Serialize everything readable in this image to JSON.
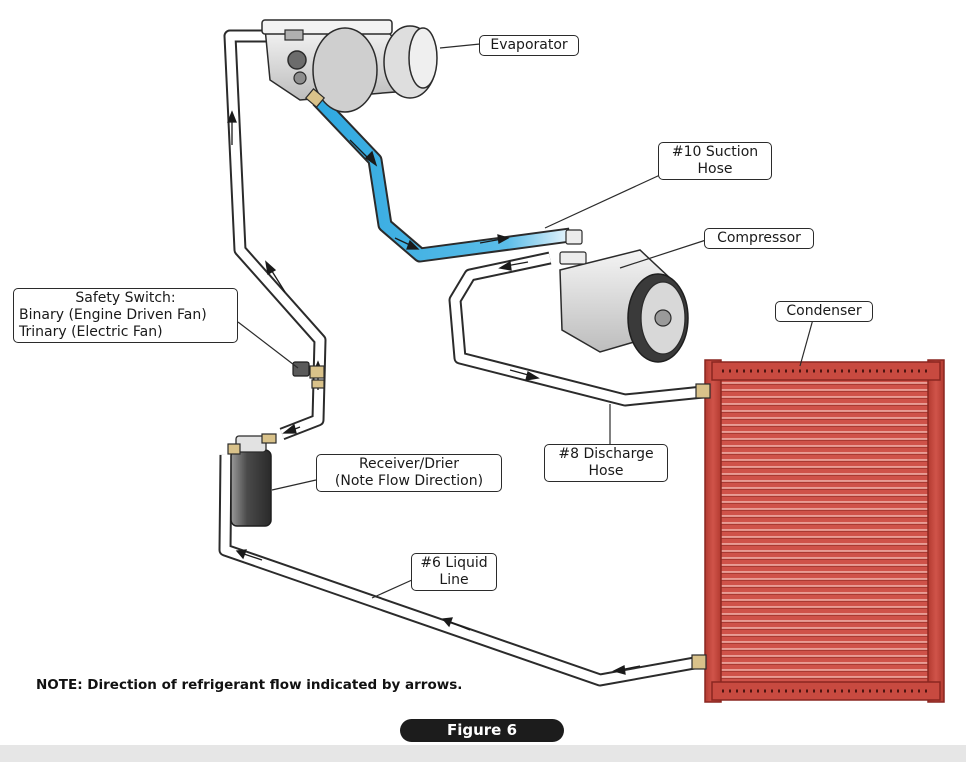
{
  "labels": {
    "evaporator": "Evaporator",
    "suction": [
      "#10 Suction",
      "Hose"
    ],
    "compressor": "Compressor",
    "condenser": "Condenser",
    "safety": [
      "Safety Switch:",
      "Binary (Engine Driven Fan)",
      "Trinary (Electric Fan)"
    ],
    "discharge": [
      "#8 Discharge",
      "Hose"
    ],
    "receiver": [
      "Receiver/Drier",
      "(Note Flow Direction)"
    ],
    "liquid": [
      "#6 Liquid",
      "Line"
    ]
  },
  "note": "NOTE: Direction of refrigerant flow indicated by arrows.",
  "figure_label": "Figure 6",
  "colors": {
    "suction_hose": "#39aee4",
    "condenser": "#c9473c",
    "condenser_dark": "#9e2f28",
    "hose": "#ffffff",
    "outline": "#2b2b2b",
    "metal": "#d6d6d6",
    "drier": "#6a6a6a"
  },
  "icons": [
    "flow-arrow-icon"
  ]
}
